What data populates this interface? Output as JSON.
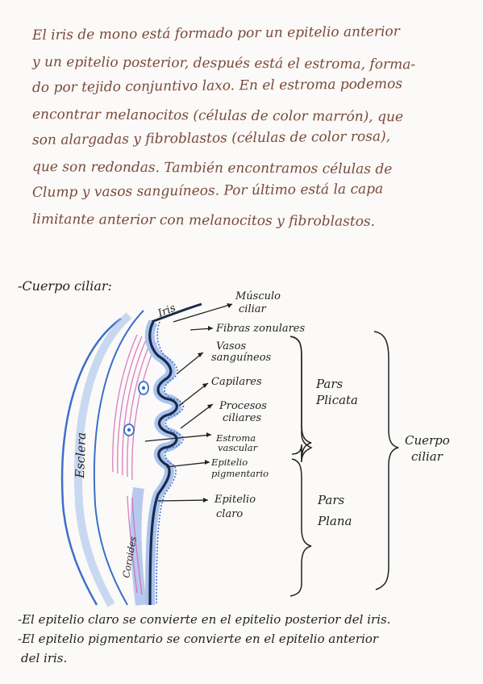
{
  "paragraph": [
    "El iris de mono está formado por un epitelio anterior",
    "y un epitelio posterior, después está el estroma, forma-",
    "do por tejido conjuntivo laxo. En el estroma podemos",
    "encontrar melanocitos (células de color marrón), que",
    "son alargadas y fibroblastos (células de color rosa),",
    "que son redondas. También encontramos células de",
    "Clump y vasos sanguíneos. Por último está la capa",
    "limitante anterior con melanocitos y fibroblastos."
  ],
  "section_title": "-Cuerpo ciliar:",
  "diagram": {
    "labels": {
      "iris": "Iris",
      "esclera": "Esclera",
      "coroides": "Coroides",
      "musculo_1": "Músculo",
      "musculo_2": "ciliar",
      "fibras": "Fibras zonulares",
      "vasos_1": "Vasos",
      "vasos_2": "sanguíneos",
      "capilares": "Capilares",
      "procesos_1": "Procesos",
      "procesos_2": "ciliares",
      "estroma_1": "Estroma",
      "estroma_2": "vascular",
      "pigmentario_1": "Epitelio",
      "pigmentario_2": "pigmentario",
      "claro_1": "Epitelio",
      "claro_2": "claro",
      "pars_plicata_1": "Pars",
      "pars_plicata_2": "Plicata",
      "pars_plana_1": "Pars",
      "pars_plana_2": "Plana",
      "cuerpo_1": "Cuerpo",
      "cuerpo_2": "ciliar"
    },
    "colors": {
      "blue": "#3d6fc9",
      "light_blue": "#a9c3ee",
      "pink": "#d667b8",
      "dark": "#1b2a4a",
      "ink": "#222222"
    }
  },
  "notes": [
    "-El epitelio claro se convierte en el epitelio posterior del iris.",
    "-El epitelio pigmentario se convierte en el epitelio anterior",
    "del iris."
  ]
}
